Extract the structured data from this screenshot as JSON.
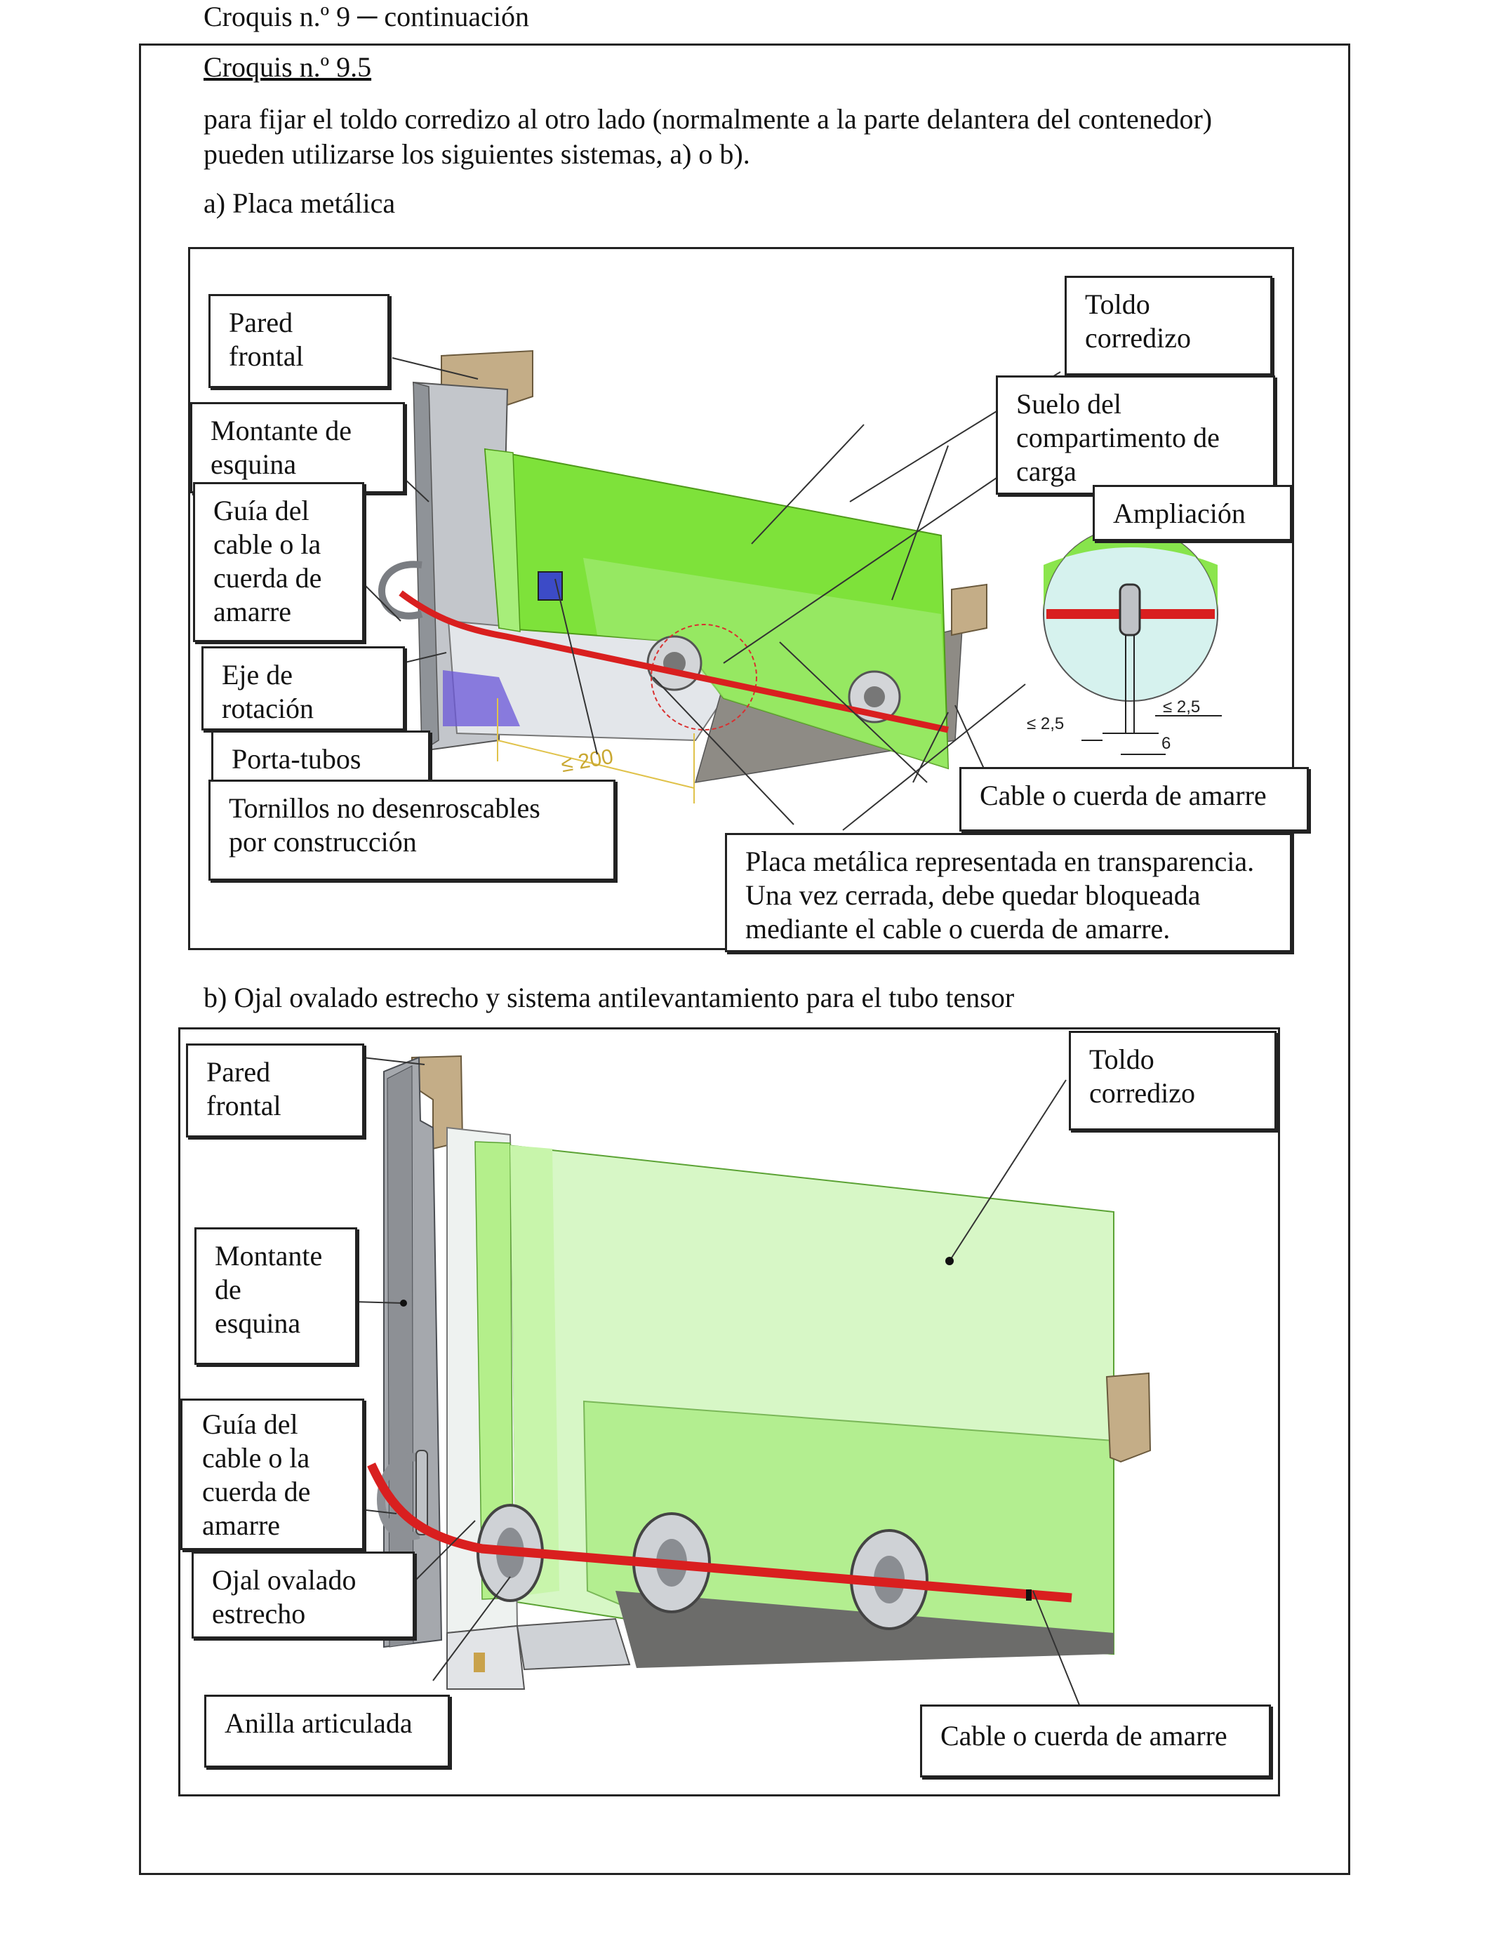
{
  "header": {
    "continuation": "Croquis n.º 9 ─ continuación"
  },
  "section": {
    "title": "Croquis n.º 9.5",
    "intro_line1": "para fijar el toldo corredizo al otro lado (normalmente a la parte delantera del contenedor)",
    "intro_line2": "pueden utilizarse los siguientes sistemas, a) o b).",
    "heading_a": "a) Placa metálica",
    "heading_b": "b) Ojal ovalado estrecho y sistema antilevantamiento para el tubo tensor"
  },
  "figure_a": {
    "labels": {
      "pared_frontal": "Pared\nfrontal",
      "toldo_corredizo": "Toldo\ncorredizo",
      "montante_esquina": "Montante de\nesquina",
      "suelo": "Suelo del\ncompartimento de\ncarga",
      "guia": "Guía del\ncable o la\ncuerda de\namarre",
      "ampliacion": "Ampliación",
      "eje": "Eje de\nrotación",
      "porta_tubos": "Porta-tubos",
      "tornillos": "Tornillos no desenroscables\npor construcción",
      "cable": "Cable o cuerda de amarre",
      "placa": "Placa metálica representada en transparencia.\nUna vez cerrada, debe quedar bloqueada\nmediante el cable o cuerda de amarre."
    },
    "dimensions": {
      "max_length": "≤ 200",
      "gap_right": "≤ 2,5",
      "gap_left": "≤ 2,5",
      "width": "6"
    }
  },
  "figure_b": {
    "labels": {
      "pared_frontal": "Pared\nfrontal",
      "toldo_corredizo": "Toldo\ncorredizo",
      "montante_esquina": "Montante\nde\nesquina",
      "guia": "Guía del\ncable o la\ncuerda de\namarre",
      "ojal": "Ojal ovalado\nestrecho",
      "anilla": "Anilla articulada",
      "cable": "Cable o cuerda de amarre"
    }
  },
  "colors": {
    "tarp_green": "#7ee23a",
    "tarp_light": "#cdf5b4",
    "cable_red": "#d91f1f",
    "post_grey": "#a5a8ad",
    "wood": "#c4ad87"
  }
}
